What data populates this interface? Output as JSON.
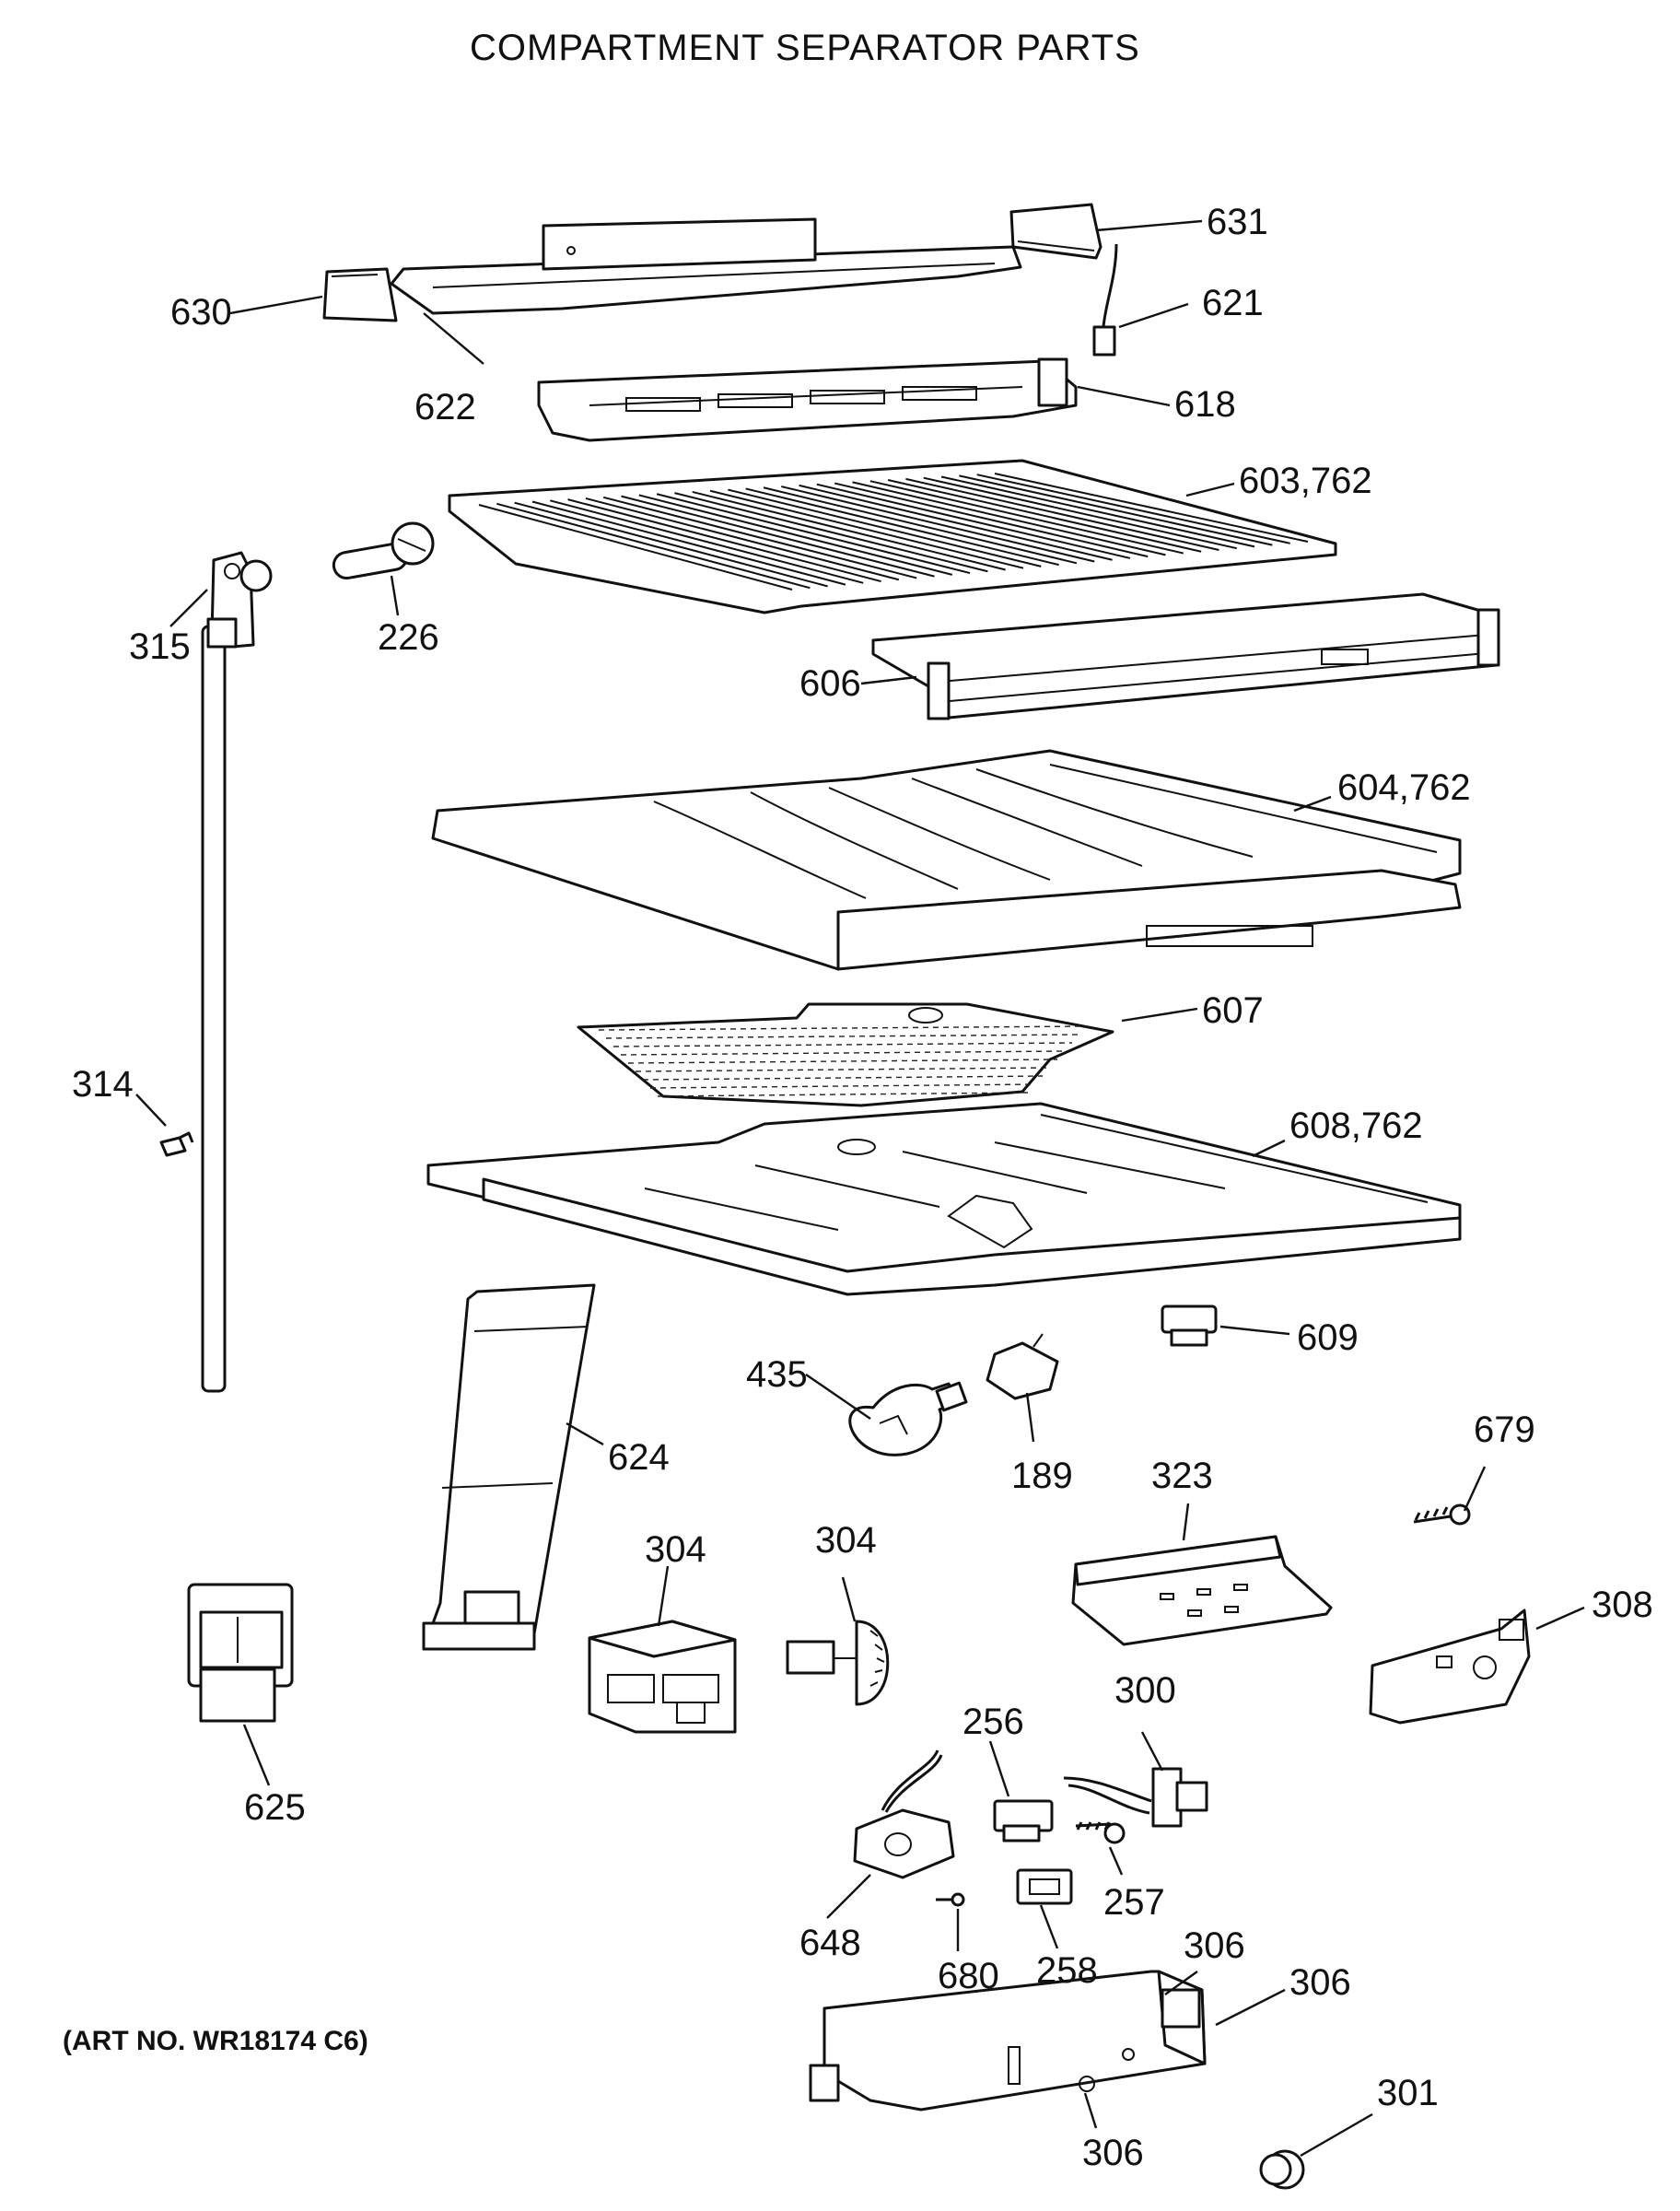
{
  "title": "COMPARTMENT SEPARATOR PARTS",
  "art_number": "(ART NO. WR18174 C6)",
  "callouts": [
    {
      "id": "c631",
      "label": "631"
    },
    {
      "id": "c630",
      "label": "630"
    },
    {
      "id": "c621",
      "label": "621"
    },
    {
      "id": "c622",
      "label": "622"
    },
    {
      "id": "c618",
      "label": "618"
    },
    {
      "id": "c603",
      "label": "603,762"
    },
    {
      "id": "c315",
      "label": "315"
    },
    {
      "id": "c226",
      "label": "226"
    },
    {
      "id": "c606",
      "label": "606"
    },
    {
      "id": "c604",
      "label": "604,762"
    },
    {
      "id": "c607",
      "label": "607"
    },
    {
      "id": "c314",
      "label": "314"
    },
    {
      "id": "c608",
      "label": "608,762"
    },
    {
      "id": "c609",
      "label": "609"
    },
    {
      "id": "c435",
      "label": "435"
    },
    {
      "id": "c624",
      "label": "624"
    },
    {
      "id": "c189",
      "label": "189"
    },
    {
      "id": "c679",
      "label": "679"
    },
    {
      "id": "c323",
      "label": "323"
    },
    {
      "id": "c304a",
      "label": "304"
    },
    {
      "id": "c304b",
      "label": "304"
    },
    {
      "id": "c308",
      "label": "308"
    },
    {
      "id": "c625",
      "label": "625"
    },
    {
      "id": "c256",
      "label": "256"
    },
    {
      "id": "c300",
      "label": "300"
    },
    {
      "id": "c257",
      "label": "257"
    },
    {
      "id": "c648",
      "label": "648"
    },
    {
      "id": "c258",
      "label": "258"
    },
    {
      "id": "c680",
      "label": "680"
    },
    {
      "id": "c306a",
      "label": "306"
    },
    {
      "id": "c306b",
      "label": "306"
    },
    {
      "id": "c301",
      "label": "301"
    },
    {
      "id": "c306c",
      "label": "306"
    }
  ]
}
